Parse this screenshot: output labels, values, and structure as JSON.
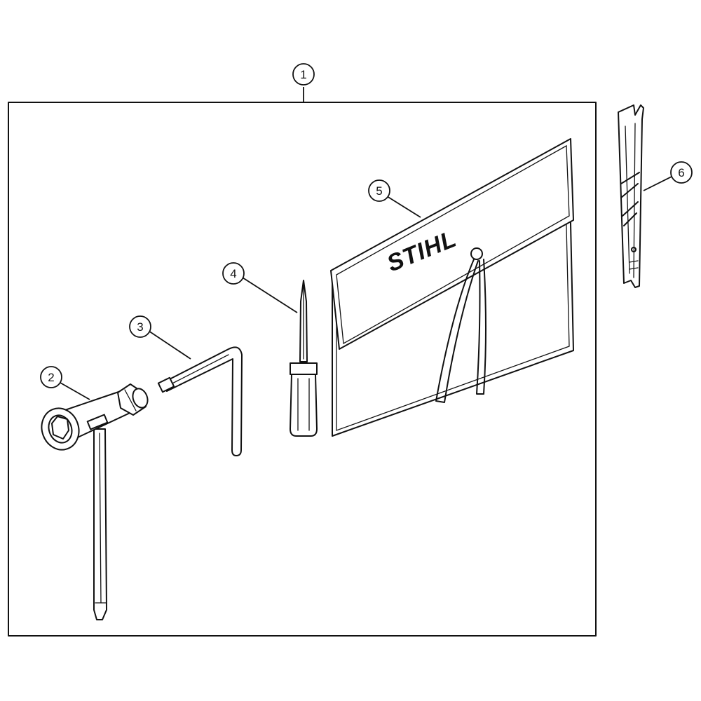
{
  "callouts": {
    "c1": "1",
    "c2": "2",
    "c3": "3",
    "c4": "4",
    "c5": "5",
    "c6": "6"
  },
  "pouch": {
    "brand": "STIHL"
  },
  "colors": {
    "line": "#111111",
    "background": "#ffffff"
  }
}
